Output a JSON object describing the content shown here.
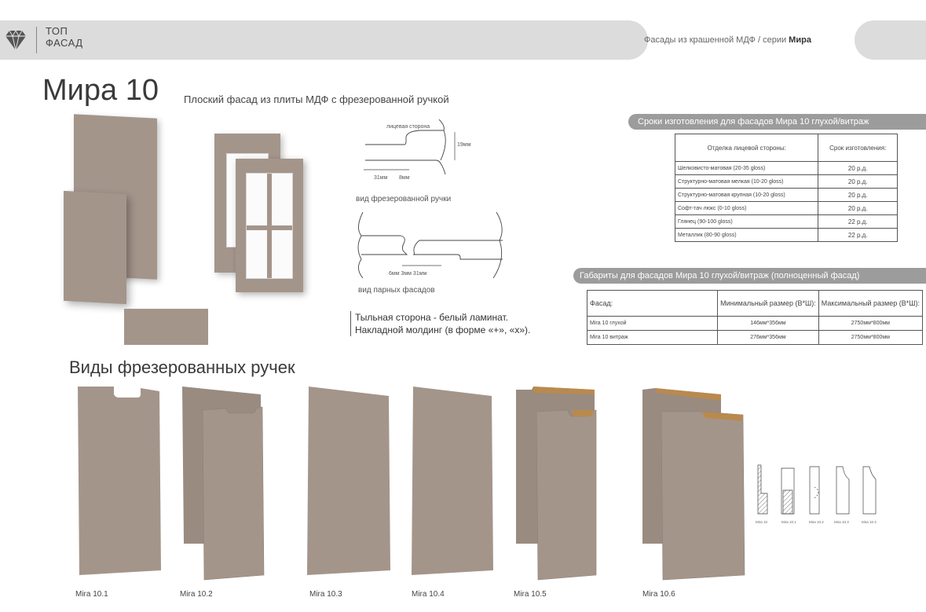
{
  "header": {
    "logo_line1": "ТОП",
    "logo_line2": "ФАСАД",
    "breadcrumb_prefix": "Фасады из крашенной МДФ / серии ",
    "breadcrumb_series": "Мира"
  },
  "title": "Мира 10",
  "subtitle": "Плоский фасад из плиты МДФ с фрезерованной ручкой",
  "diagram1": {
    "face_label": "лицевая сторона",
    "height": "19мм",
    "dim_a": "31мм",
    "dim_b": "8мм",
    "caption": "вид фрезерованной ручки"
  },
  "diagram2": {
    "dims": "6мм 3мм 31мм",
    "caption": "вид парных фасадов"
  },
  "note": {
    "line1": "Тыльная сторона - белый ламинат.",
    "line2": "Накладной молдинг (в форме «+», «х»)."
  },
  "table1": {
    "title": "Сроки изготовления для фасадов Мира 10 глухой/витраж",
    "col1": "Отделка лицевой стороны:",
    "col2": "Срок изготовления:",
    "rows": [
      {
        "finish": "Шелковисто-матовая (20-35 gloss)",
        "term": "20 р.д."
      },
      {
        "finish": "Структурно-матовая мелкая (10-20 gloss)",
        "term": "20 р.д."
      },
      {
        "finish": "Структурно-матовая крупная (10-20 gloss)",
        "term": "20 р.д."
      },
      {
        "finish": "Софт-тач люкс (0-10 gloss)",
        "term": "20 р.д."
      },
      {
        "finish": "Глянец (90-100 gloss)",
        "term": "22 р.д."
      },
      {
        "finish": "Металлик (80-90 gloss)",
        "term": "22 р.д."
      }
    ]
  },
  "table2": {
    "title": "Габариты для фасадов Мира 10 глухой/витраж (полноценный фасад)",
    "col1": "Фасад:",
    "col2": "Минимальный размер (В*Ш):",
    "col3": "Максимальный размер (В*Ш):",
    "rows": [
      {
        "name": "Mira 10 глухой",
        "min": "146мм*356мм",
        "max": "2750мм*800мм"
      },
      {
        "name": "Mira 10 витраж",
        "min": "276мм*356мм",
        "max": "2750мм*800мм"
      }
    ]
  },
  "section_title": "Виды фрезерованных ручек",
  "models": [
    "Mira 10.1",
    "Mira 10.2",
    "Mira 10.3",
    "Mira 10.4",
    "Mira 10.5",
    "Mira 10.6"
  ],
  "profiles": [
    "Mira 10",
    "Mira 10.1",
    "Mira 10.2",
    "Mira 10.3",
    "Mira 10.4"
  ],
  "colors": {
    "panel": "#a4958b",
    "header": "#dcdcdc",
    "band": "#9c9c9c",
    "wood": "#b98a4e"
  }
}
